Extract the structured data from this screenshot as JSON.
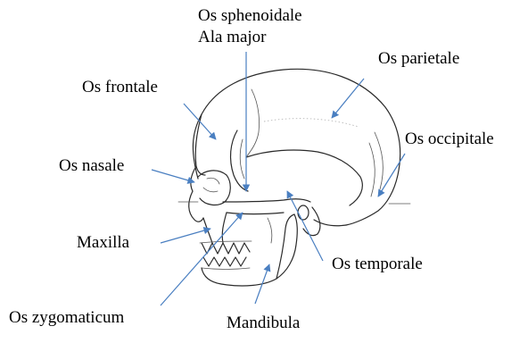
{
  "labels": {
    "os_frontale": "Os frontale",
    "os_sphenoidale": "Os sphenoidale",
    "ala_major": "Ala major",
    "os_parietale": "Os parietale",
    "os_occipitale": "Os occipitale",
    "os_nasale": "Os nasale",
    "maxilla": "Maxilla",
    "os_temporale": "Os temporale",
    "os_zygomaticum": "Os zygomaticum",
    "mandibula": "Mandibula"
  },
  "colors": {
    "arrow": "#4a7fc1",
    "outline": "#2a2a2a",
    "text": "#000000"
  }
}
